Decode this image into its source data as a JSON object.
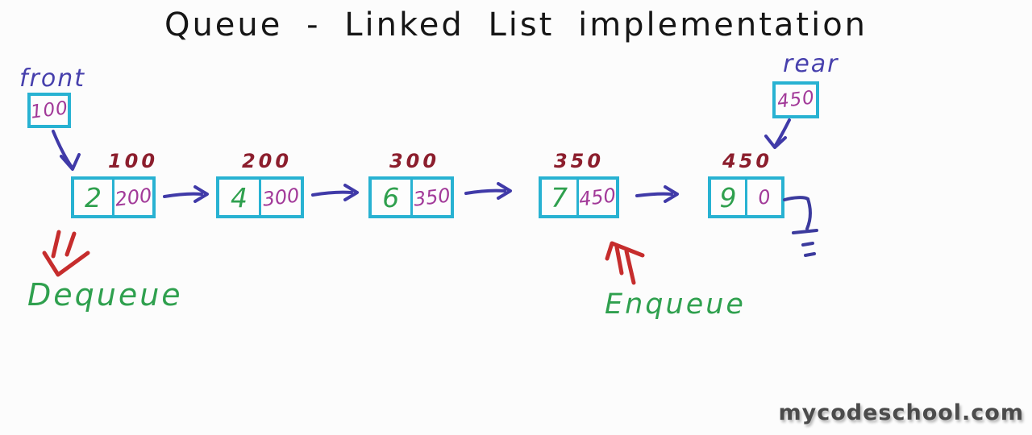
{
  "title": "Queue - Linked List implementation",
  "front": {
    "label": "front",
    "value": "100"
  },
  "rear": {
    "label": "rear",
    "value": "450"
  },
  "nodes": [
    {
      "address": "100",
      "data": "2",
      "next": "200"
    },
    {
      "address": "200",
      "data": "4",
      "next": "300"
    },
    {
      "address": "300",
      "data": "6",
      "next": "350"
    },
    {
      "address": "350",
      "data": "7",
      "next": "450"
    },
    {
      "address": "450",
      "data": "9",
      "next": "0"
    }
  ],
  "operations": {
    "dequeue": "Dequeue",
    "enqueue": "Enqueue"
  },
  "watermark": "mycodeschool.com",
  "icons": {
    "front_arrow": "arrow-down-right",
    "rear_arrow": "arrow-down-left",
    "next_arrow": "arrow-right",
    "null_terminator": "ground-symbol",
    "dequeue_arrow": "double-arrow-down",
    "enqueue_arrow": "double-arrow-up"
  },
  "colors": {
    "box_border": "#28b2d2",
    "pointer_text": "#a23a99",
    "data_text": "#2fa04e",
    "address_text": "#8c1e2d",
    "link_arrow": "#403aa8",
    "operation_arrow": "#c62d2d",
    "operation_text": "#2fa04e",
    "pointer_label_text": "#4740ad",
    "title_text": "#161616",
    "watermark_text": "#4b4b4b",
    "background": "#fcfcfc"
  }
}
